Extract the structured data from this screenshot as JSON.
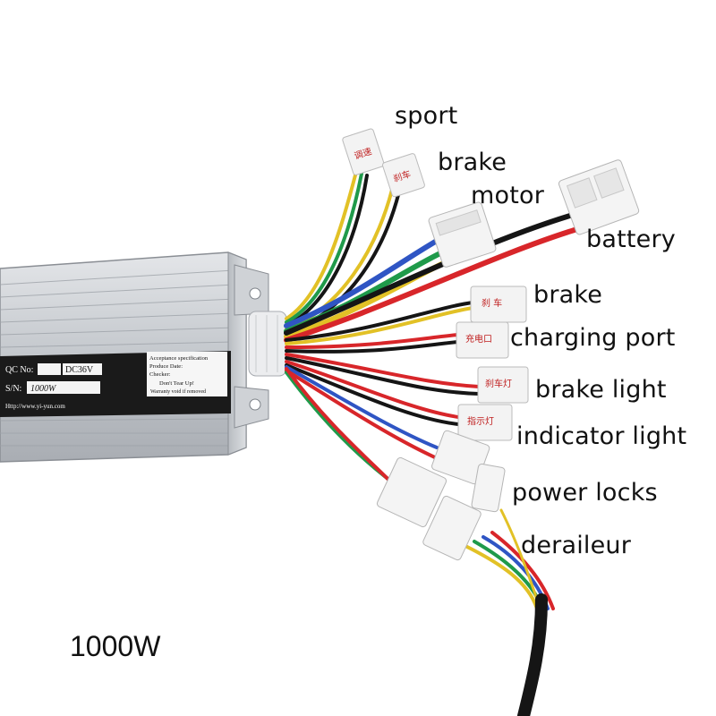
{
  "labels": {
    "sport": "sport",
    "brake_top": "brake",
    "motor": "motor",
    "battery": "battery",
    "brake": "brake",
    "charging_port": "charging port",
    "brake_light": "brake light",
    "indicator_light": "indicator light",
    "power_locks": "power locks",
    "derailleur": "deraileur"
  },
  "power": "1000W",
  "plate": {
    "qc": "QC No:",
    "voltage": "DC36V",
    "sn": "S/N:",
    "sn_value": "1000W",
    "spec": "Acceptance specification",
    "produce_date": "Produce Date:",
    "checker": "Checker:",
    "warning1": "Don't Tear Up!",
    "warning2": "Warranty void if removed",
    "website": "Http://www.yi-yun.com"
  },
  "tags": {
    "sport": "调速",
    "brake_top": "刹车",
    "brake": "刹 车",
    "charging": "充电口",
    "brake_light": "刹车灯",
    "indicator": "指示灯"
  },
  "colors": {
    "housing": "#c9ccd1",
    "wire_red": "#d8262a",
    "wire_yellow": "#e2c126",
    "wire_blue": "#2f55c4",
    "wire_green": "#1f9a4a",
    "wire_black": "#151515"
  }
}
